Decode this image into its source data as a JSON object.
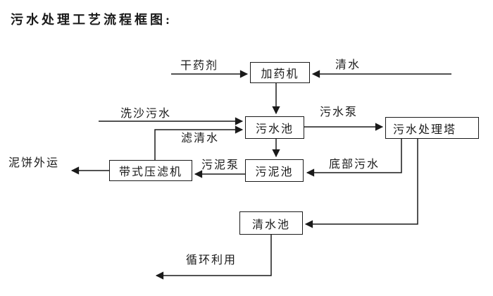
{
  "title": "污水处理工艺流程框图:",
  "nodes": {
    "dosing_machine": "加药机",
    "sewage_pool": "污水池",
    "treatment_tower": "污水处理塔",
    "belt_filter_press": "带式压滤机",
    "sludge_pool": "污泥池",
    "clean_water_pool": "清水池"
  },
  "labels": {
    "dry_agent": "干药剂",
    "clean_water": "清水",
    "sand_washing_sewage": "洗沙污水",
    "filtered_water": "滤清水",
    "sewage_pump": "污水泵",
    "sludge_pump": "污泥泵",
    "mud_cake_out": "泥饼外运",
    "bottom_sewage": "底部污水",
    "recycle": "循环利用"
  },
  "colors": {
    "line": "#1a1a1a",
    "background": "#ffffff",
    "text": "#1a1a1a"
  }
}
